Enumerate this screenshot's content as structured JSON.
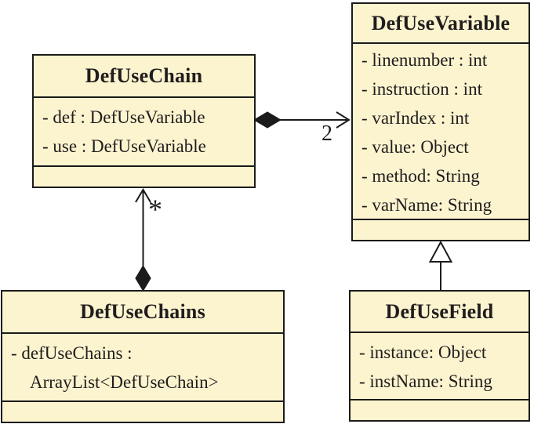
{
  "diagram": {
    "type": "uml-class-diagram",
    "classes": [
      {
        "name": "DefUseChain",
        "attributes": [
          "- def : DefUseVariable",
          "- use : DefUseVariable"
        ],
        "operations": []
      },
      {
        "name": "DefUseVariable",
        "attributes": [
          "- linenumber : int",
          "- instruction : int",
          "- varIndex : int",
          "- value: Object",
          "- method: String",
          "- varName: String"
        ],
        "operations": []
      },
      {
        "name": "DefUseChains",
        "attributes": [
          "- defUseChains :",
          "ArrayList<DefUseChain>"
        ],
        "operations": []
      },
      {
        "name": "DefUseField",
        "attributes": [
          "- instance: Object",
          "- instName: String"
        ],
        "operations": []
      }
    ],
    "relationships": [
      {
        "type": "composition",
        "owner": "DefUseChain",
        "target": "DefUseVariable",
        "multiplicity": "2"
      },
      {
        "type": "composition",
        "owner": "DefUseChains",
        "target": "DefUseChain",
        "multiplicity": "*"
      },
      {
        "type": "generalization",
        "child": "DefUseField",
        "parent": "DefUseVariable"
      }
    ],
    "colors": {
      "class_fill": "#FBF4CF",
      "border": "#1b1b1b",
      "text": "#211d1e",
      "background": "#ffffff"
    }
  }
}
